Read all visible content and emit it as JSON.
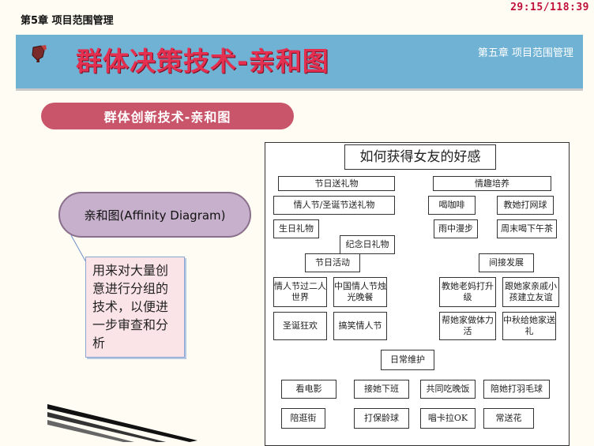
{
  "header": {
    "chapter_label": "第5章 项目范围管理",
    "timer": "29:15/118:39"
  },
  "banner": {
    "title": "群体决策技术-亲和图",
    "subtitle": "第五章 项目范围管理"
  },
  "section": {
    "label": "群体创新技术-亲和图"
  },
  "term": {
    "label": "亲和图(Affinity Diagram)"
  },
  "definition": {
    "text": "用来对大量创意进行分组的技术，以便进一步审查和分析"
  },
  "diagram": {
    "title": "如何获得女友的好感",
    "nodes": {
      "holiday_gifts": "节日送礼物",
      "hobby": "情趣培养",
      "valentine_gifts": "情人节/圣诞节送礼物",
      "coffee": "喝咖啡",
      "teach_games": "教她打网球",
      "birthday_gift": "生日礼物",
      "rain_walk": "雨中漫步",
      "weekend_tea": "周末喝下午茶",
      "anniversary_gift": "纪念日礼物",
      "holiday_activities": "节日活动",
      "indirect": "间接发展",
      "valentine_two": "情人节过二人世界",
      "chinese_valentine": "中国情人节烛光晚餐",
      "mom_upgrade": "教她老妈打升级",
      "family_kids": "跟她家亲戚小孩建立友谊",
      "christmas": "圣诞狂欢",
      "fools_valentine": "搞笑情人节",
      "help_family": "帮她家做体力活",
      "mid_autumn": "中秋给她家送礼",
      "daily": "日常维护",
      "movie": "看电影",
      "pickup": "接她下班",
      "dinner": "共同吃晚饭",
      "badminton": "陪她打羽毛球",
      "shopping": "陪逛街",
      "bowling": "打保龄球",
      "karaoke": "唱卡拉OK",
      "flowers": "常送花"
    }
  },
  "colors": {
    "banner": "#6fb2d4",
    "title_red": "#e43050",
    "section_pill": "#c9556a",
    "term_pill": "#c7b0cb",
    "timer": "#c0103a"
  },
  "icons": {
    "banner_icon": "hand-pointer-icon"
  }
}
